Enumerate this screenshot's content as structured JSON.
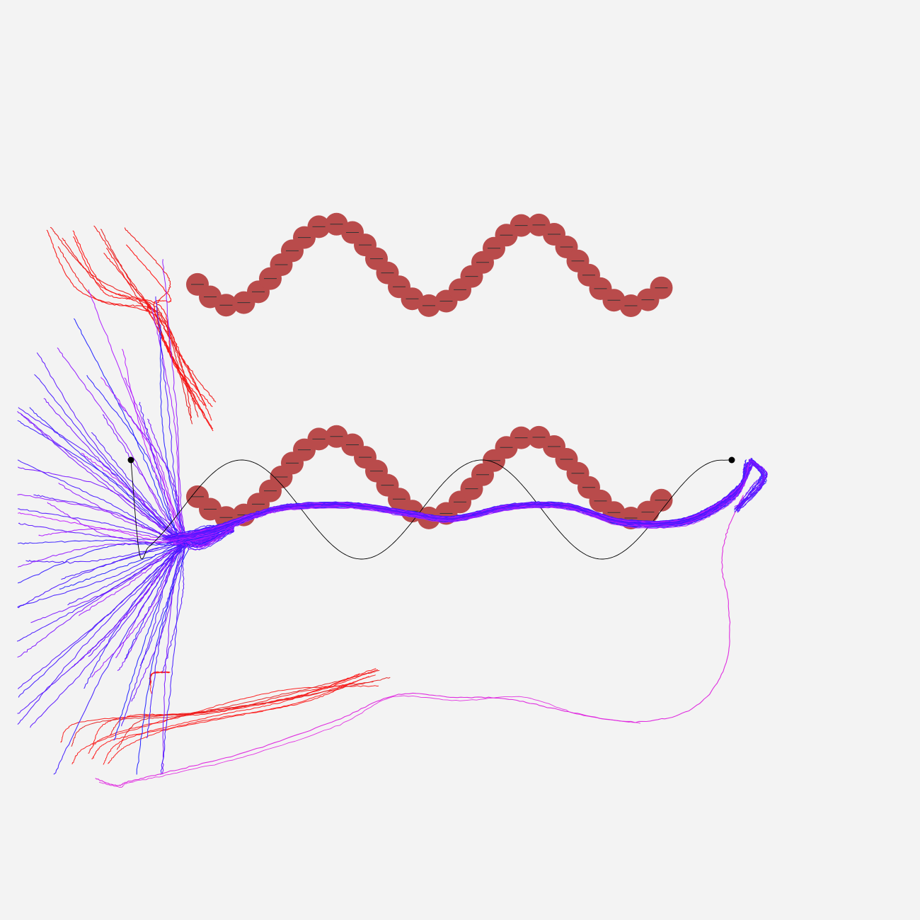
{
  "colors": {
    "background": "#f3f3f3",
    "obstacle": "#b94b4b",
    "obstacle_marker": "#333333",
    "reference_path": "#000000",
    "endpoint": "#000000",
    "trajectory_gradient": [
      "#ff1a1a",
      "#cc22ff",
      "#6a14ff",
      "#1a22ff"
    ],
    "detour_trajectory": "#dd22dd"
  },
  "icons": {
    "obstacle": "filled-circle-with-dash",
    "endpoint": "filled-dot"
  },
  "scene": {
    "obstacle_rows": 2,
    "obstacle_wave_periods": 2.4,
    "reference_wave_periods": 2.5,
    "trajectory_bundles": [
      "converging-blue-purple",
      "diverging-fan",
      "upper-red-cluster",
      "lower-red-cluster",
      "magenta-detour"
    ]
  }
}
